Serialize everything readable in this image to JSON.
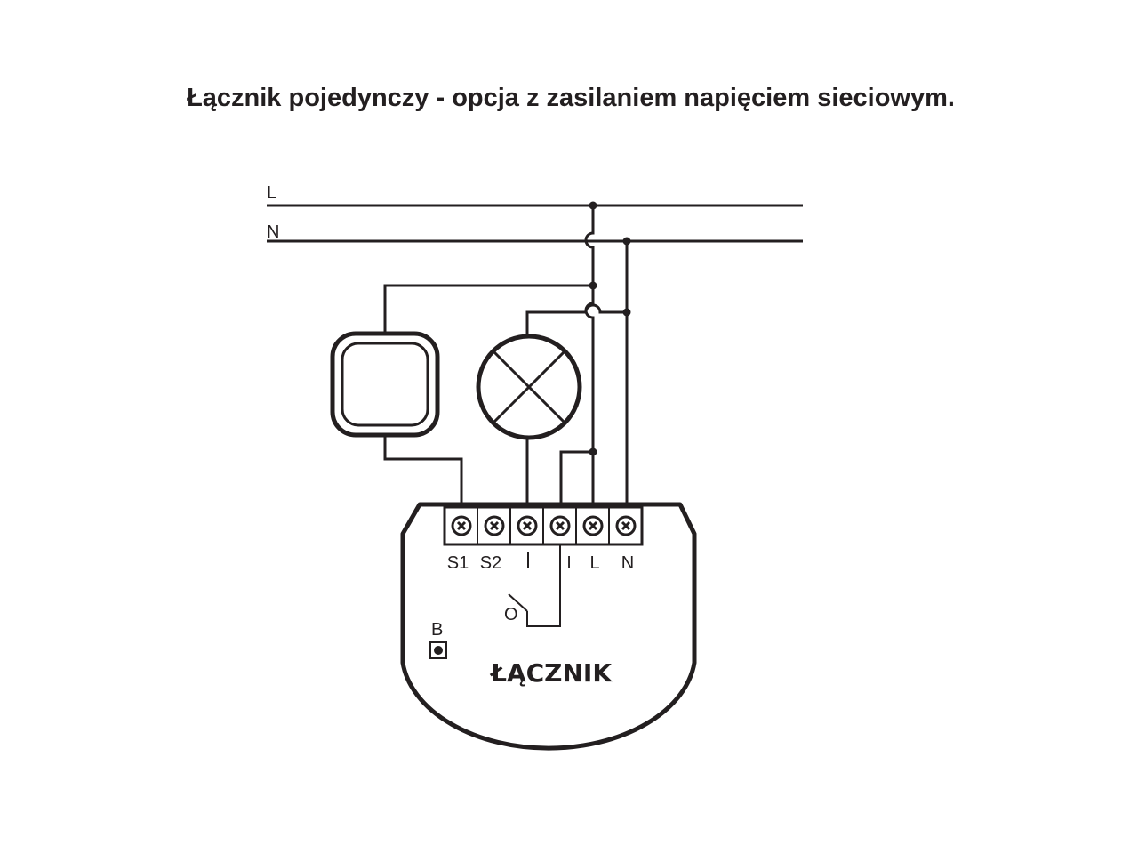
{
  "title": "Łącznik pojedynczy - opcja z zasilaniem napięciem sieciowym.",
  "lines": {
    "live": "L",
    "neutral": "N"
  },
  "terminals": [
    "S1",
    "S2",
    "",
    "I",
    "L",
    "N"
  ],
  "output_label": "O",
  "button_label": "B",
  "device_label": "ŁĄCZNIK",
  "colors": {
    "ink": "#231f20",
    "background": "#ffffff"
  }
}
